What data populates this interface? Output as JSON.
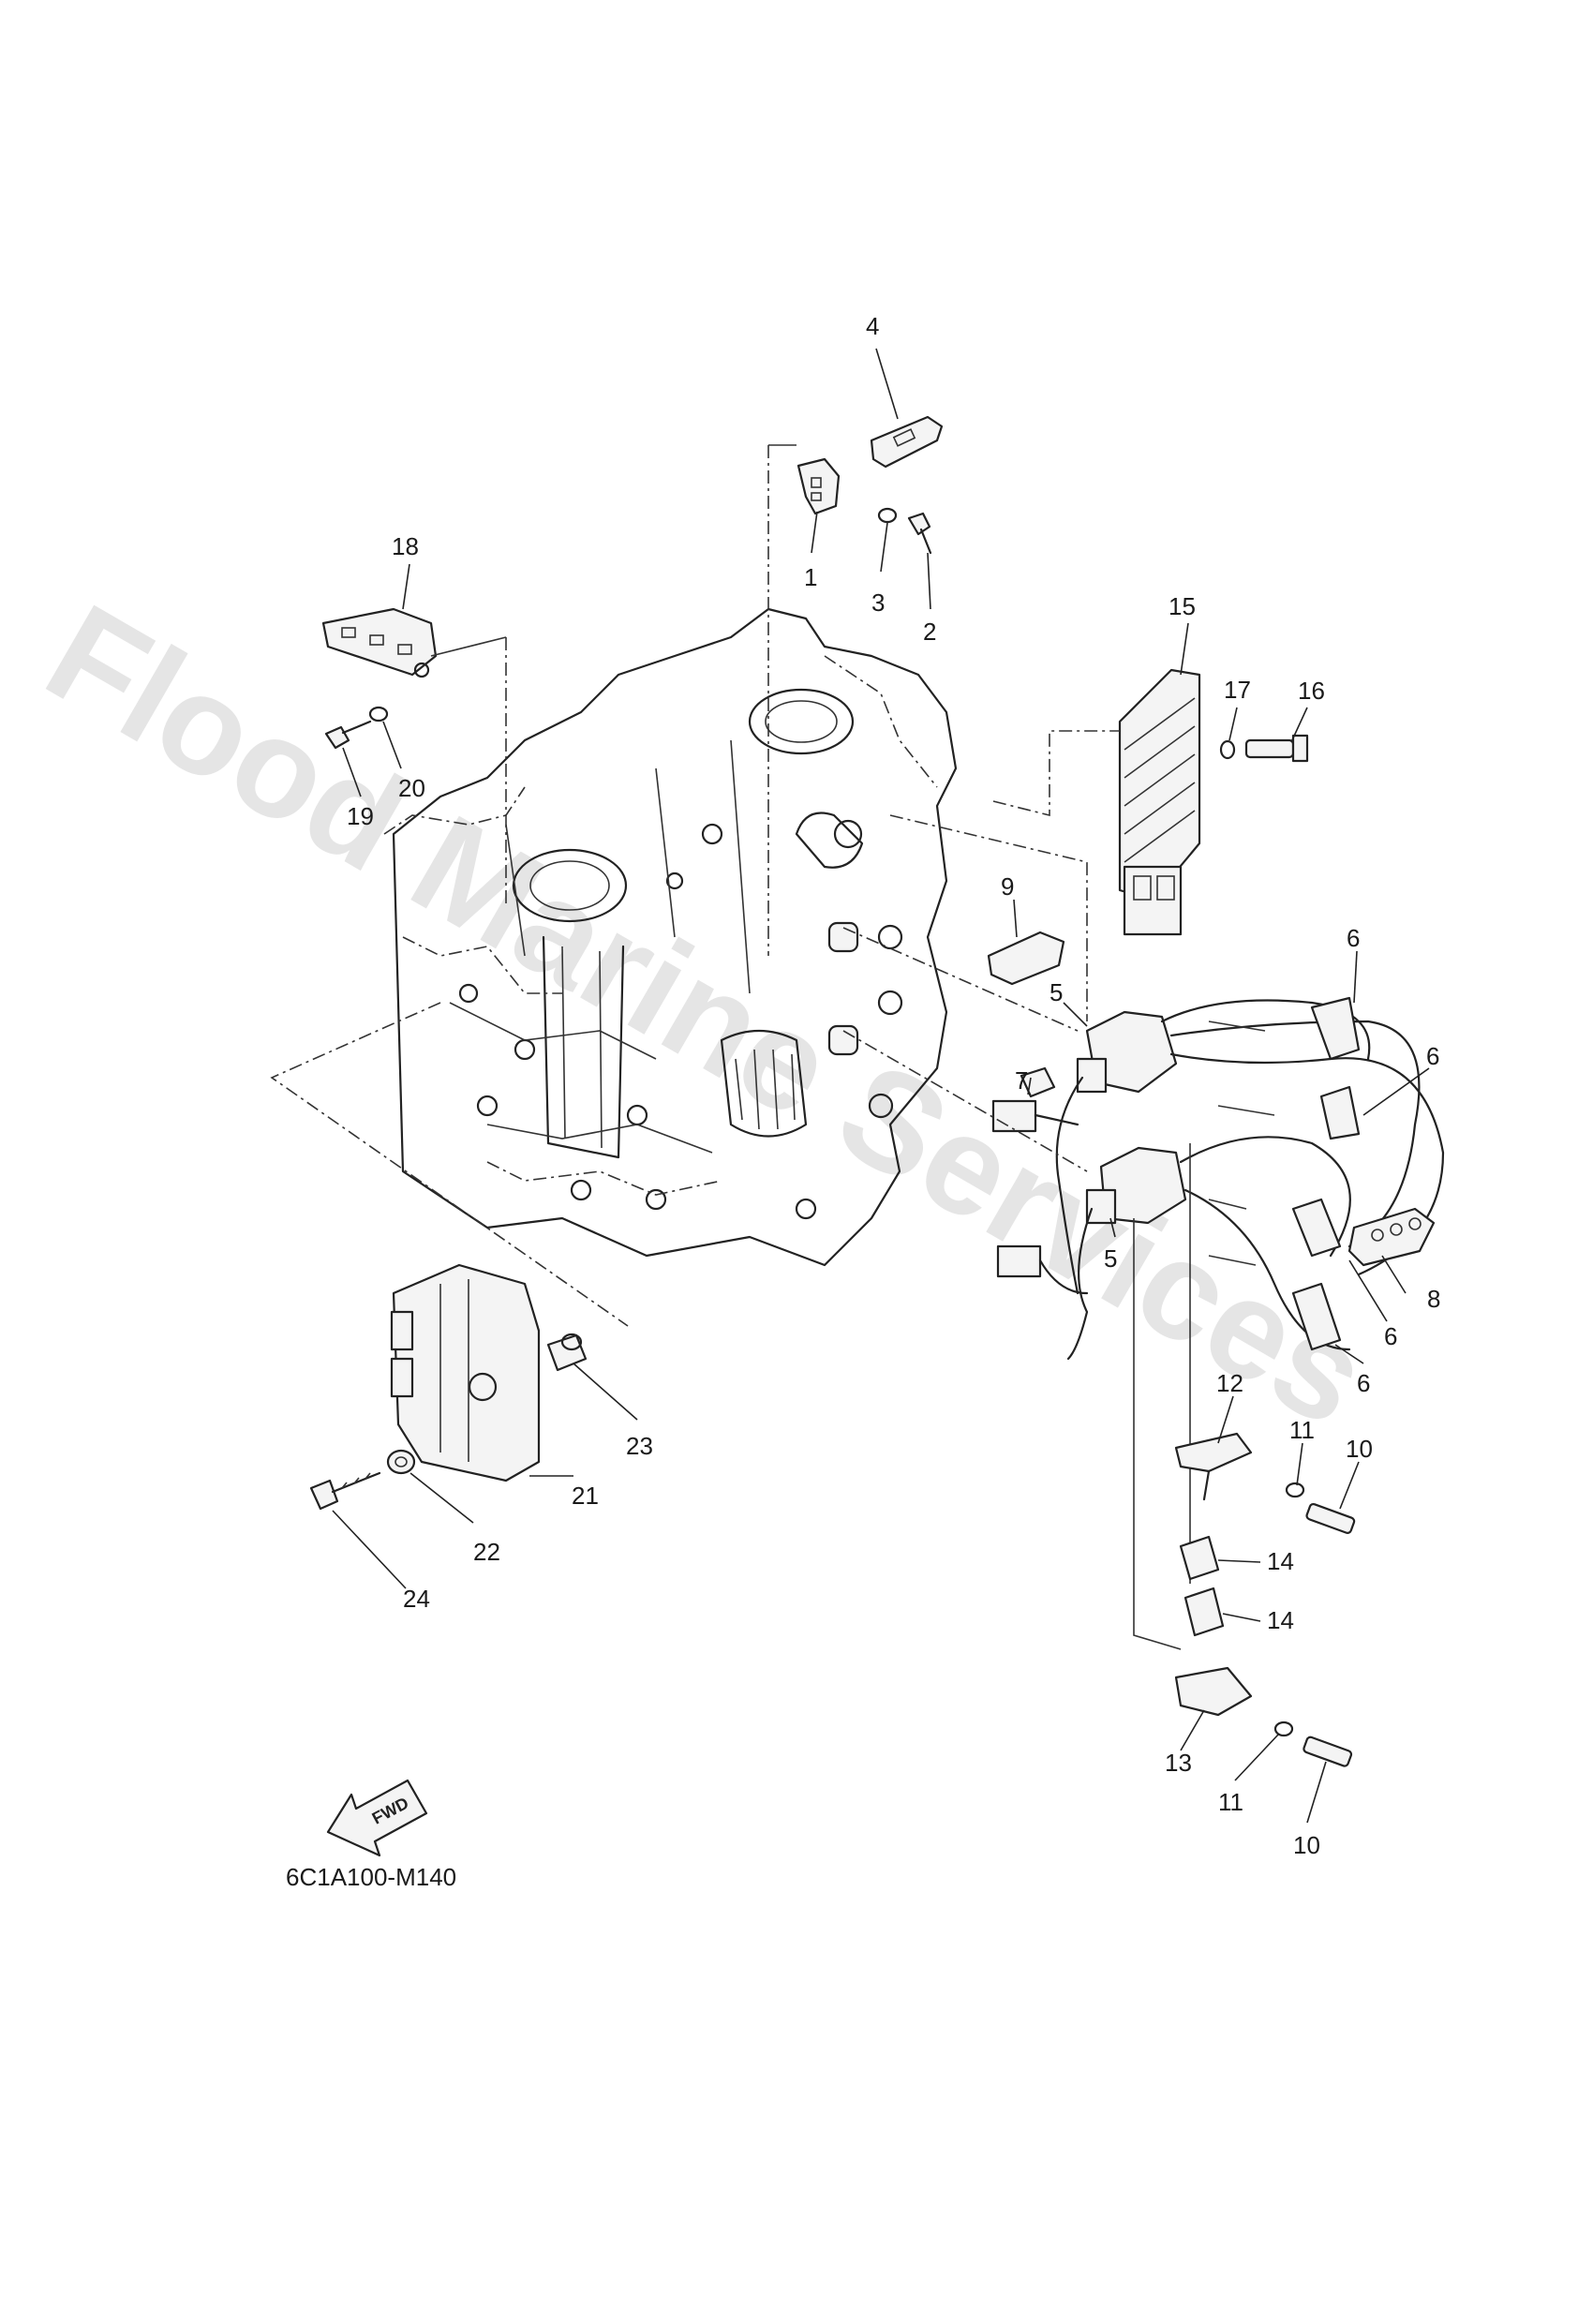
{
  "watermark": "Flood Marine Services",
  "diagram_code": "6C1A100-M140",
  "fwd_label": "FWD",
  "callouts": {
    "c1": "1",
    "c2": "2",
    "c3": "3",
    "c4": "4",
    "c5a": "5",
    "c5b": "5",
    "c6a": "6",
    "c6b": "6",
    "c6c": "6",
    "c6d": "6",
    "c7": "7",
    "c8": "8",
    "c9": "9",
    "c10a": "10",
    "c10b": "10",
    "c11a": "11",
    "c11b": "11",
    "c12": "12",
    "c13": "13",
    "c14a": "14",
    "c14b": "14",
    "c15": "15",
    "c16": "16",
    "c17": "17",
    "c18": "18",
    "c19": "19",
    "c20": "20",
    "c21": "21",
    "c22": "22",
    "c23": "23",
    "c24": "24"
  }
}
